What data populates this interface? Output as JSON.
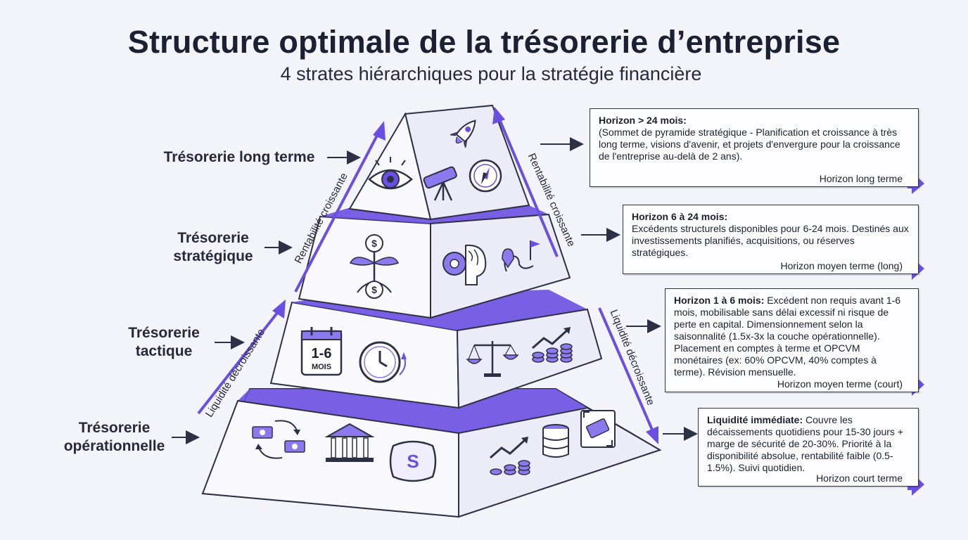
{
  "header": {
    "title": "Structure optimale de la trésorerie d’entreprise",
    "subtitle": "4 strates hiérarchiques pour la stratégie financière"
  },
  "side_labels": {
    "left_upper": "Rentabilité croissante",
    "right_upper": "Rentabilité croissante",
    "left_lower": "Liquidité décroissante",
    "right_lower": "Liquidité décroissante"
  },
  "layers": [
    {
      "name_line1": "Trésorerie long terme",
      "name_line2": "",
      "heading": "Horizon > 24 mois:",
      "body": "(Sommet de pyramide stratégique - Planification et croissance à très long terme, visions d'avenir, et projets d'envergure pour la croissance de l'entreprise au-delà de 2 ans).",
      "footer": "Horizon long terme",
      "icons": [
        "eye-icon",
        "rocket-icon",
        "telescope-icon",
        "compass-icon"
      ]
    },
    {
      "name_line1": "Trésorerie",
      "name_line2": "stratégique",
      "heading": "Horizon 6 à 24 mois:",
      "body": "Excédents structurels disponibles pour 6-24 mois. Destinés aux investissements planifiés, acquisitions, ou réserves stratégiques.",
      "footer": "Horizon moyen terme (long)",
      "icons": [
        "money-plant-icon",
        "gear-brain-icon",
        "roadmap-icon"
      ]
    },
    {
      "name_line1": "Trésorerie",
      "name_line2": "tactique",
      "heading": "Horizon 1 à 6 mois:",
      "body": "Excédent non requis avant 1-6 mois, mobilisable sans délai excessif ni risque de perte en capital. Dimensionnement selon la saisonnalité (1.5x-3x la couche opérationnelle). Placement en comptes à terme et OPCVM monétaires (ex: 60% OPCVM, 40% comptes à terme). Révision mensuelle.",
      "footer": "Horizon moyen terme (court)",
      "calendar_line1": "1-6",
      "calendar_line2": "MOIS",
      "icons": [
        "calendar-icon",
        "clock-icon",
        "balance-scale-icon",
        "growth-coins-icon"
      ]
    },
    {
      "name_line1": "Trésorerie",
      "name_line2": "opérationnelle",
      "heading": "Liquidité immédiate:",
      "body": "Couvre les décaissements quotidiens pour 15-30 jours + marge de sécurité de 20-30%. Priorité à la disponibilité absolue, rentabilité faible (0.5-1.5%). Suivi quotidien.",
      "footer": "Horizon court terme",
      "bag_symbol": "S",
      "icons": [
        "cash-cycle-icon",
        "bank-icon",
        "money-bag-icon",
        "growth-coins-icon",
        "database-icon",
        "card-transfer-icon"
      ]
    }
  ],
  "colors": {
    "accent": "#6b4fe0",
    "accent_light": "#8c79ee",
    "face": "#f7f7fd",
    "ink": "#2d3145"
  }
}
